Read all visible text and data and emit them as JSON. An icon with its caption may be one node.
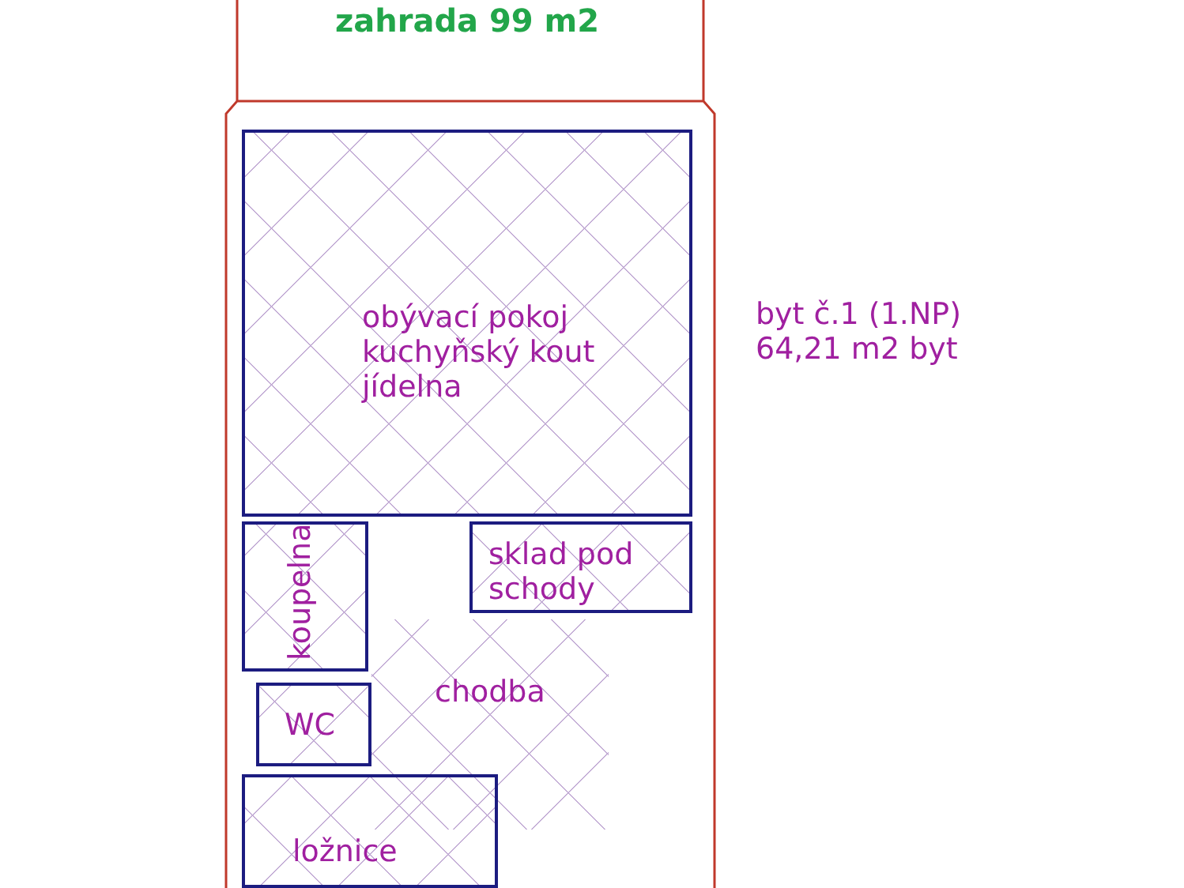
{
  "diagram": {
    "nodes": [
      {
        "text": [
          "zahrada 99 m2"
        ]
      },
      {
        "text": [
          "obývací pokoj kuchyňský kout jídelna"
        ]
      },
      {
        "text": [
          "koupelna"
        ]
      },
      {
        "text": [
          "sklad pod schody"
        ]
      },
      {
        "text": [
          "chodba"
        ]
      },
      {
        "text": [
          "WC"
        ]
      },
      {
        "text": [
          "ložnice"
        ]
      }
    ],
    "edges": [],
    "labels": [
      "byt č.1 (1.NP)",
      "64,21 m2 byt"
    ]
  }
}
